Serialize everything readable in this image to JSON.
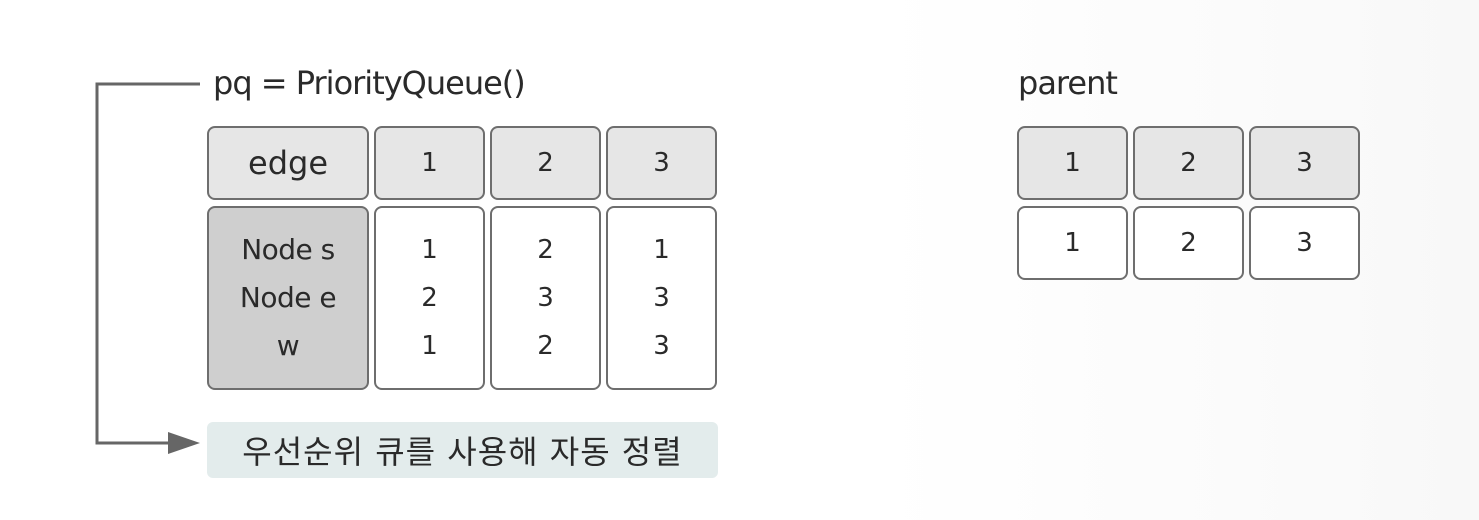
{
  "left_table": {
    "title": "pq = PriorityQueue()",
    "header_label": "edge",
    "columns": [
      "1",
      "2",
      "3"
    ],
    "row_labels": [
      "Node s",
      "Node e",
      "w"
    ],
    "rows": [
      {
        "s": "1",
        "e": "2",
        "w": "1"
      },
      {
        "s": "2",
        "e": "3",
        "w": "2"
      },
      {
        "s": "1",
        "e": "3",
        "w": "3"
      }
    ],
    "caption": "우선순위 큐를 사용해 자동 정렬"
  },
  "right_table": {
    "title": "parent",
    "columns": [
      "1",
      "2",
      "3"
    ],
    "values": [
      "1",
      "2",
      "3"
    ]
  }
}
